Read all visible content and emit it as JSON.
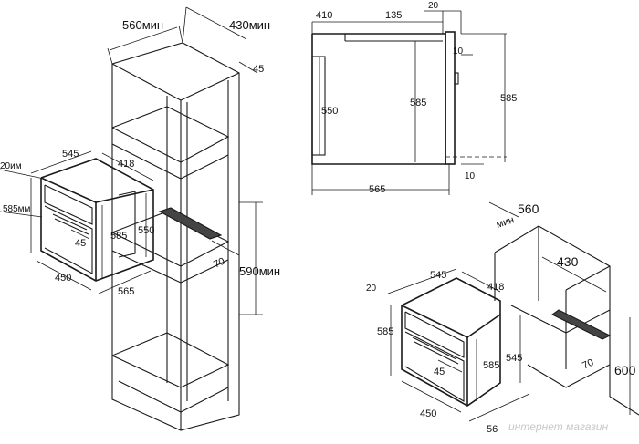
{
  "labels": {
    "tall_cabinet": {
      "width": "560мин",
      "depth": "430мин",
      "back_gap": "45",
      "niche_height": "590мин",
      "vent_depth": "70"
    },
    "oven_left": {
      "top_left": "20им",
      "width": "545",
      "depth": "418",
      "height_left": "585мм",
      "front_height": "585",
      "body_height": "550",
      "handle": "45",
      "bottom_width": "450",
      "bottom_depth": "565"
    },
    "side_view": {
      "top_a": "410",
      "top_b": "135",
      "top_c": "20",
      "upper_gap": "10",
      "height_inner": "550",
      "height_mid": "585",
      "height_right": "585",
      "lower_gap": "10",
      "total_depth": "565"
    },
    "counter_cabinet": {
      "width_prefix": "мин",
      "width": "560",
      "depth": "430",
      "height": "600",
      "vent_depth": "70"
    },
    "oven_right": {
      "top_left": "20",
      "width": "545",
      "depth": "418",
      "height_left": "585",
      "front_height": "585",
      "body_height": "545",
      "handle": "45",
      "bottom_width": "450",
      "bottom_depth": "56"
    }
  },
  "watermark": "интернет магазин"
}
